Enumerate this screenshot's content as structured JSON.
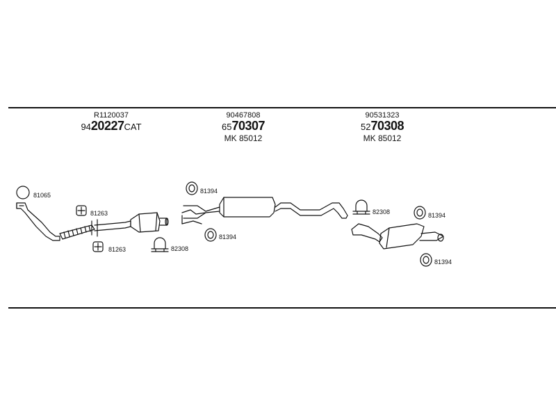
{
  "headers": [
    {
      "code": "R1120037",
      "prefix": "94",
      "number": "20227",
      "suffix": "CAT",
      "mk": ""
    },
    {
      "code": "90467808",
      "prefix": "65",
      "number": "70307",
      "suffix": "",
      "mk": "MK  85012"
    },
    {
      "code": "90531323",
      "prefix": "52",
      "number": "70308",
      "suffix": "",
      "mk": "MK  85012"
    }
  ],
  "parts": {
    "gasket_front": "81065",
    "bolt_upper": "81263",
    "bolt_lower": "81263",
    "clamp_front": "82308",
    "hanger_mid_upper": "81394",
    "hanger_mid_lower": "81394",
    "clamp_rear": "82308",
    "hanger_rear_upper": "81394",
    "hanger_rear_lower": "81394"
  }
}
